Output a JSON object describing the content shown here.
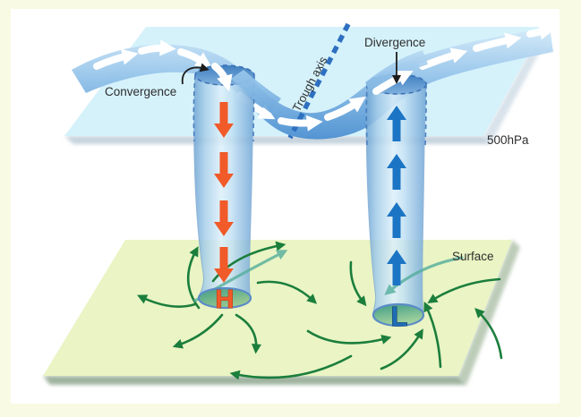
{
  "figure": {
    "labels": {
      "convergence": "Convergence",
      "divergence": "Divergence",
      "trough_axis": "Trough axis",
      "pressure_level": "500hPa",
      "surface": "Surface",
      "high_center": "H",
      "low_center": "L"
    },
    "colors": {
      "frame_background": "#F8FAE3",
      "panel_background": "#FFFFFF",
      "upper_plane_500hpa": "#D5F2FB",
      "surface_plane": "#EAF4C4",
      "jet_stream_light": "#D9EDFA",
      "jet_stream_dark": "#3F86CC",
      "trough_axis_line": "#2E6FC0",
      "sinking_air_arrow": "#F15A29",
      "rising_air_arrow": "#1C75C4",
      "surface_wind_arrow": "#1B7E3C",
      "crossing_wind_arrow": "#54AE9C",
      "tube_edge": "#4A7FC0",
      "high_letter": "#F15A29",
      "low_letter": "#1E6CB5",
      "label_text": "#2E2E2E"
    }
  }
}
